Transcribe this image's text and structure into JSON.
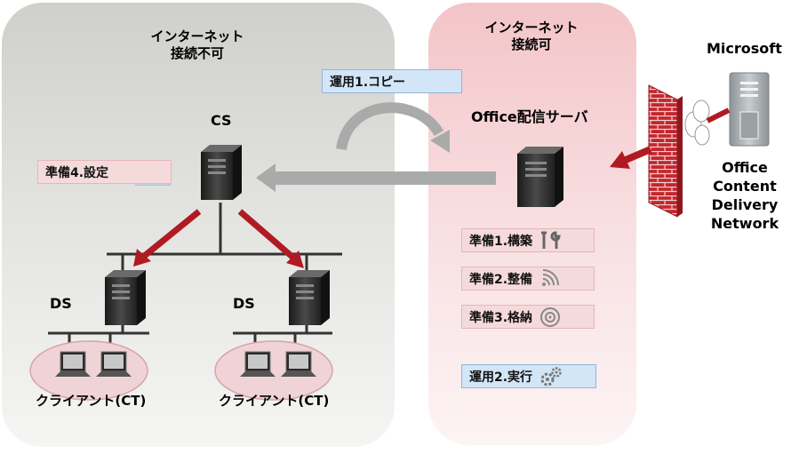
{
  "zones": {
    "offline_title": "インターネット\n接続不可",
    "online_title": "インターネット\n接続可"
  },
  "nodes": {
    "cs": "CS",
    "ds_left": "DS",
    "ds_right": "DS",
    "office_server": "Office配信サーバ",
    "client_left": "クライアント(CT)",
    "client_right": "クライアント(CT)",
    "microsoft": "Microsoft",
    "cdn": "Office\nContent\nDelivery\nNetwork"
  },
  "steps": {
    "op1": "運用1.コピー",
    "op2": "運用2.実行",
    "prep1": "準備1.構築",
    "prep2": "準備2.整備",
    "prep3": "準備3.格納",
    "prep4": "準備4.設定"
  },
  "icons": {
    "op1": "folder-icon",
    "op2": "gears-icon",
    "prep1": "tools-icon",
    "prep2": "signal-icon",
    "prep3": "disc-icon",
    "prep4": "settings-window-icon",
    "server": "tower-server-icon",
    "laptop": "laptop-icon",
    "firewall": "brick-firewall-icon",
    "cloud": "cloud-icon"
  },
  "colors": {
    "offline_zone": "#dcdcd9",
    "online_zone": "#f6d0d3",
    "arrow_red": "#b01a22",
    "arrow_gray": "#a9abaa",
    "prep_box": "#f5dadc",
    "op_box": "#d3e6f7",
    "brick": "#c4262e"
  }
}
